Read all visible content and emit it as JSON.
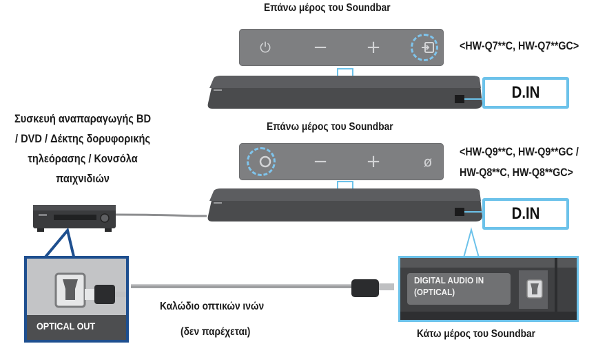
{
  "top_section": {
    "caption": "Επάνω μέρος του Soundbar",
    "model_text": "<HW-Q7**C, HW-Q7**GC>",
    "din_label": "D.IN",
    "buttons": [
      "power-icon",
      "minus-icon",
      "plus-icon",
      "input-icon"
    ]
  },
  "middle_section": {
    "caption": "Επάνω μέρος του Soundbar",
    "model_text_line1": "<HW-Q9**C, HW-Q9**GC /",
    "model_text_line2": "HW-Q8**C, HW-Q8**GC>",
    "din_label": "D.IN",
    "buttons": [
      "circle-icon",
      "minus-icon",
      "plus-icon",
      "mic-off-icon"
    ]
  },
  "source_device": {
    "label_lines": [
      "Συσκευή αναπαραγωγής BD",
      "/ DVD / Δέκτης δορυφορικής",
      "τηλεόρασης / Κονσόλα",
      "παιχνιδιών"
    ]
  },
  "optical_out": {
    "label": "OPTICAL OUT"
  },
  "cable": {
    "label_line1": "Καλώδιο οπτικών ινών",
    "label_line2": "(δεν παρέχεται)"
  },
  "soundbar_bottom": {
    "port_label_line1": "DIGITAL AUDIO IN",
    "port_label_line2": "(OPTICAL)",
    "caption": "Κάτω μέρος του Soundbar"
  },
  "colors": {
    "highlight": "#6cc2ea",
    "optical_frame": "#1e4f8f",
    "panel_gray": "#7e7f81",
    "soundbar_dark": "#47484a"
  }
}
